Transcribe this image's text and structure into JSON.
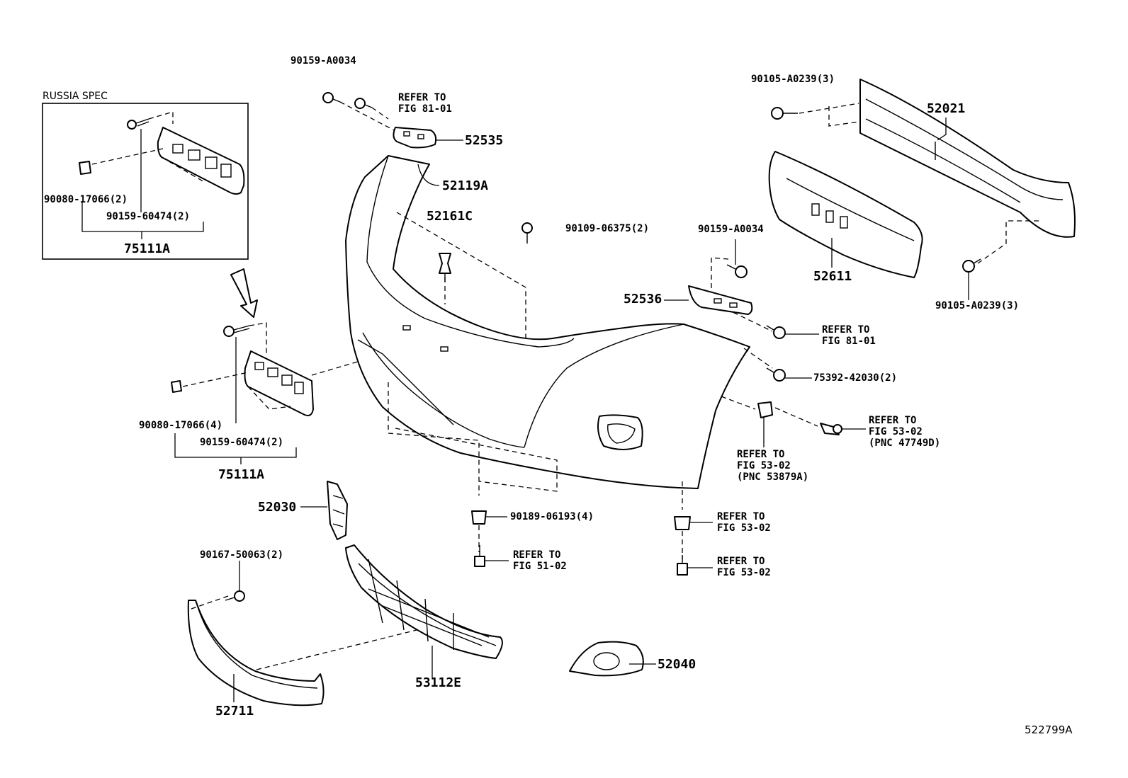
{
  "diagram_id": "522799A",
  "inset": {
    "title": "RUSSIA SPEC"
  },
  "labels": {
    "p52021": "52021",
    "p52535": "52535",
    "p52119A": "52119A",
    "p52161C": "52161C",
    "p52611": "52611",
    "p52536": "52536",
    "p75111A_inset": "75111A",
    "p75111A": "75111A",
    "p52030": "52030",
    "p53112E": "53112E",
    "p52040": "52040",
    "p52711": "52711",
    "f90159_A0034_top": "90159-A0034",
    "f90159_A0034_mid": "90159-A0034",
    "f90105_A0239_top": "90105-A0239(3)",
    "f90105_A0239_bot": "90105-A0239(3)",
    "f90109_06375": "90109-06375(2)",
    "f90080_17066_inset": "90080-17066(2)",
    "f90159_60474_inset": "90159-60474(2)",
    "f90080_17066": "90080-17066(4)",
    "f90159_60474": "90159-60474(2)",
    "f75392_42030": "75392-42030(2)",
    "f90189_06193": "90189-06193(4)",
    "f90167_50063": "90167-50063(2)"
  },
  "refs": {
    "r_top": [
      "REFER TO",
      "FIG 81-01"
    ],
    "r_mid": [
      "REFER TO",
      "FIG 81-01"
    ],
    "r_pnc47749": [
      "REFER TO",
      "FIG 53-02",
      "(PNC 47749D)"
    ],
    "r_pnc53879": [
      "REFER TO",
      "FIG 53-02",
      "(PNC 53879A)"
    ],
    "r_53_a": [
      "REFER TO",
      "FIG 53-02"
    ],
    "r_53_b": [
      "REFER TO",
      "FIG 53-02"
    ],
    "r_51": [
      "REFER TO",
      "FIG 51-02"
    ]
  }
}
